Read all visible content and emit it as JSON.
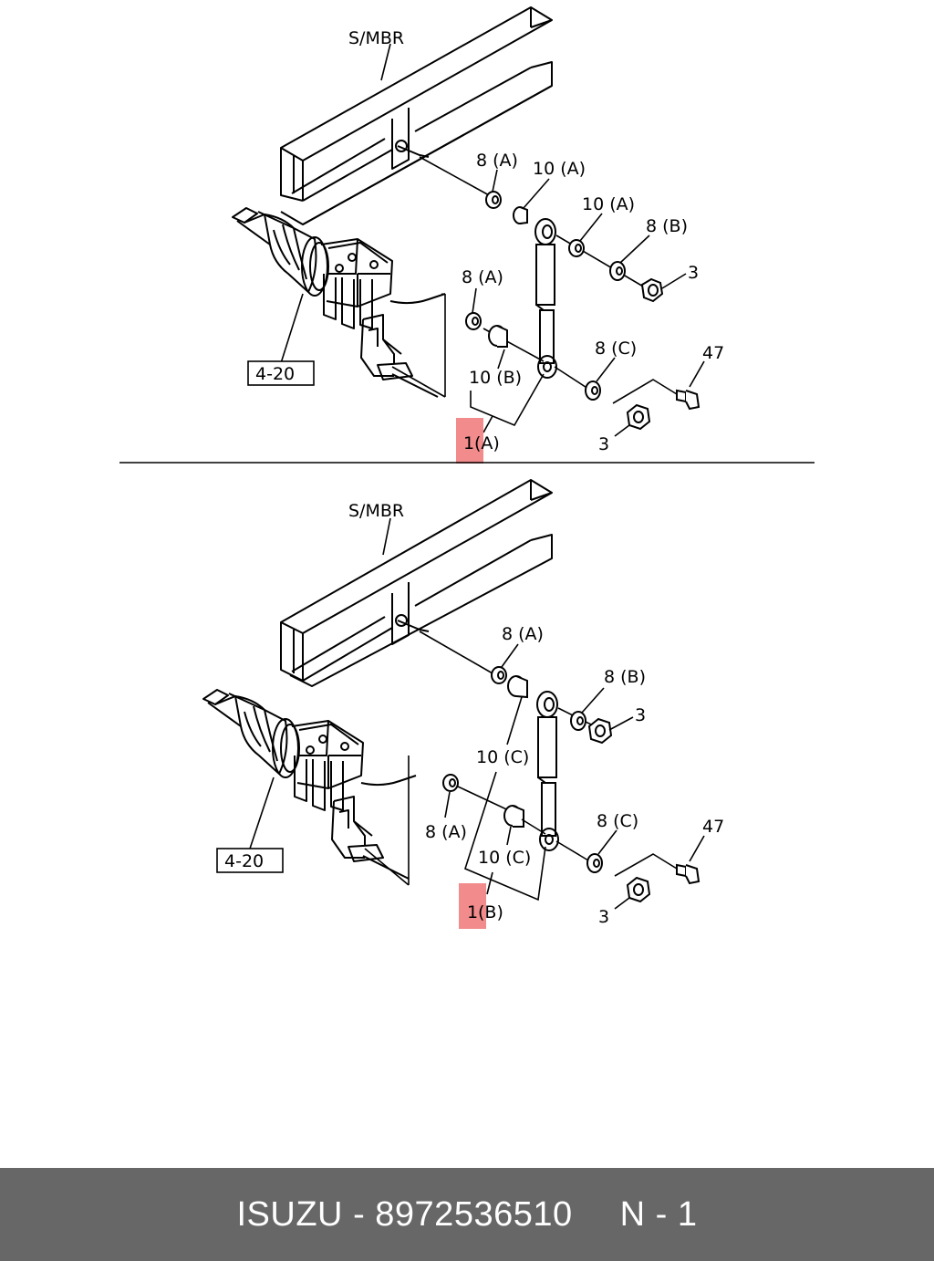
{
  "colors": {
    "highlight": "#f28b8b",
    "footer_bg": "#676767",
    "footer_text": "#ffffff"
  },
  "diagram_a": {
    "member_label": "S/MBR",
    "ref_box": "4-20",
    "labels": {
      "c8a_top": "8 (A)",
      "c10a_left": "10 (A)",
      "c10a_right": "10 (A)",
      "c8b": "8 (B)",
      "c3_top": "3",
      "c8a_mid": "8 (A)",
      "c10b": "10 (B)",
      "c8c": "8 (C)",
      "c47": "47",
      "c3_bottom": "3",
      "item_num": "1",
      "item_suffix": "(A)"
    }
  },
  "diagram_b": {
    "member_label": "S/MBR",
    "ref_box": "4-20",
    "labels": {
      "c8a_top": "8 (A)",
      "c8b": "8 (B)",
      "c3_top": "3",
      "c10c_top": "10 (C)",
      "c8a_low": "8 (A)",
      "c10c_low": "10 (C)",
      "c8c": "8 (C)",
      "c47": "47",
      "c3_bottom": "3",
      "item_num": "1",
      "item_suffix": "(B)"
    }
  },
  "footer": {
    "brand": "ISUZU",
    "dash": "-",
    "part_number": "8972536510",
    "page": "N - 1"
  }
}
